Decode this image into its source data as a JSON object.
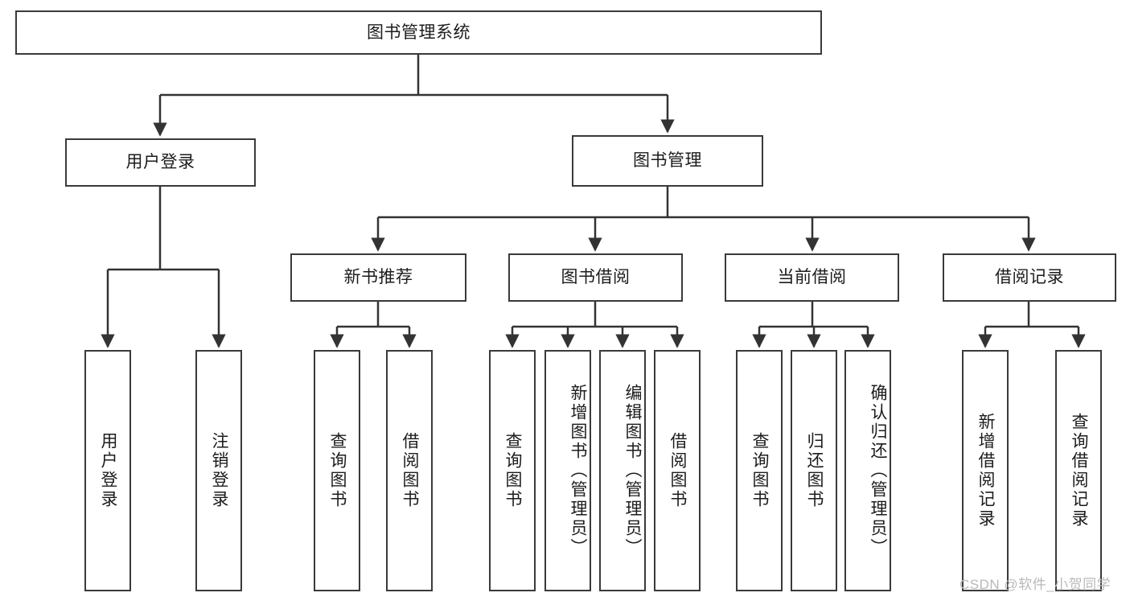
{
  "diagram": {
    "title": "图书管理系统",
    "type": "tree-hierarchy-chart",
    "root": {
      "label": "图书管理系统"
    },
    "level1": [
      {
        "label": "用户登录"
      },
      {
        "label": "图书管理"
      }
    ],
    "level2": [
      {
        "label": "新书推荐"
      },
      {
        "label": "图书借阅"
      },
      {
        "label": "当前借阅"
      },
      {
        "label": "借阅记录"
      }
    ],
    "leaves": {
      "user_login": [
        {
          "label": "用户登录"
        },
        {
          "label": "注销登录"
        }
      ],
      "new_book_recommend": [
        {
          "label": "查询图书"
        },
        {
          "label": "借阅图书"
        }
      ],
      "book_borrow": [
        {
          "label": "查询图书"
        },
        {
          "label": "新增图书（管理员）"
        },
        {
          "label": "编辑图书（管理员）"
        },
        {
          "label": "借阅图书"
        }
      ],
      "current_borrow": [
        {
          "label": "查询图书"
        },
        {
          "label": "归还图书"
        },
        {
          "label": "确认归还（管理员）"
        }
      ],
      "borrow_record": [
        {
          "label": "新增借阅记录"
        },
        {
          "label": "查询借阅记录"
        }
      ]
    }
  },
  "watermark": {
    "text": "CSDN @软件_小贺同学"
  },
  "colors": {
    "box_border": "#3a3a3a",
    "text": "#1c1c1c",
    "background": "#ffffff",
    "connector": "#333333",
    "watermark": "#b9b9b9"
  }
}
